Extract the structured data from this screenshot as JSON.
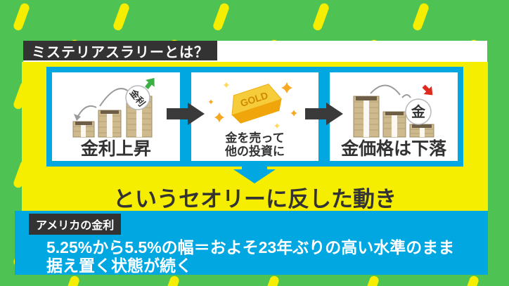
{
  "colors": {
    "background_green": "#4EC253",
    "accent_yellow": "#F6EE00",
    "accent_cyan": "#00A7E1",
    "box_dark": "#333333",
    "up_arrow_green": "#3CB044",
    "down_arrow_red": "#E02A1E",
    "gold": "#F0A60B",
    "money_tan": "#CFBA8E"
  },
  "header": {
    "title": "ミステリアスラリーとは？"
  },
  "flow": {
    "steps": [
      {
        "label": "金利上昇",
        "badge": "金利",
        "icon": "rising-money-stacks-icon"
      },
      {
        "label_lines": [
          "金を売って",
          "他の投資に"
        ],
        "badge": "GOLD",
        "icon": "gold-bar-icon"
      },
      {
        "label": "金価格は下落",
        "badge": "金",
        "icon": "falling-money-stacks-icon"
      }
    ]
  },
  "conclusion": {
    "text": "というセオリーに反した動き"
  },
  "info_panel": {
    "label": "アメリカの金利",
    "lines": [
      "5.25%から5.5%の幅＝およそ23年ぶりの高い水準のまま",
      "据え置く状態が続く"
    ]
  }
}
